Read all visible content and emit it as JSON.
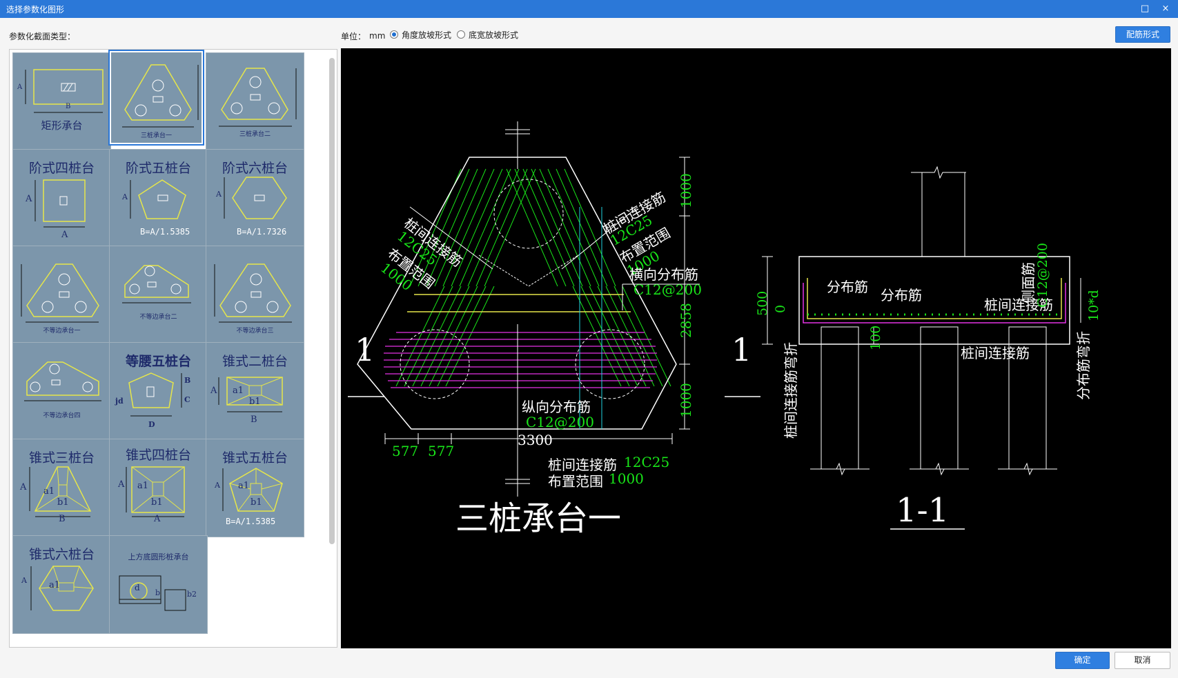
{
  "window": {
    "title": "选择参数化图形",
    "maximize_icon": "□",
    "close_icon": "×"
  },
  "toolbar": {
    "section_label": "参数化截面类型：",
    "unit_label": "单位：",
    "unit_value": "mm",
    "radio_angle": "角度放坡形式",
    "radio_width": "底宽放坡形式",
    "rebar_button": "配筋形式"
  },
  "gallery": {
    "tiles": [
      {
        "name": "矩形承台",
        "sub1": "A",
        "sub2": "B"
      },
      {
        "name": "三桩承台一"
      },
      {
        "name": "三桩承台二"
      },
      {
        "name": "阶式四桩台",
        "sub1": "A",
        "sub2": "A"
      },
      {
        "name": "阶式五桩台",
        "sub1": "A",
        "sub2": "B=A/1.5385"
      },
      {
        "name": "阶式六桩台",
        "sub1": "A",
        "sub2": "B=A/1.7326"
      },
      {
        "name": "不等边承台一"
      },
      {
        "name": "不等边承台二"
      },
      {
        "name": "不等边承台三"
      },
      {
        "name": "不等边承台四"
      },
      {
        "name": "等腰五桩台",
        "sub1": "B",
        "sub2": "C",
        "sub3": "jd",
        "sub4": "D"
      },
      {
        "name": "锥式二桩台",
        "sub1": "A",
        "sub2": "a1",
        "sub3": "b1",
        "sub4": "B"
      },
      {
        "name": "锥式三桩台",
        "sub1": "A",
        "sub2": "a1",
        "sub3": "b1",
        "sub4": "B"
      },
      {
        "name": "锥式四桩台",
        "sub1": "A",
        "sub2": "a1",
        "sub3": "b1",
        "sub4": "A"
      },
      {
        "name": "锥式五桩台",
        "sub1": "A",
        "sub2": "a1",
        "sub3": "b1",
        "sub4": "B=A/1.5385"
      },
      {
        "name": "锥式六桩台",
        "sub1": "A",
        "sub2": "a1"
      },
      {
        "name": "上方底圆形桩承台",
        "sub1": "d",
        "sub2": "b",
        "sub3": "b2"
      }
    ]
  },
  "preview": {
    "plan_title": "三桩承台一",
    "section_title": "1-1",
    "section_mark": "1",
    "plan": {
      "pile_link_left": "桩间连接筋",
      "pile_link_left_spec": "12C25",
      "range_left": "布置范围",
      "range_left_val": "1000",
      "pile_link_right": "桩间连接筋",
      "pile_link_right_spec": "12C25",
      "range_right": "布置范围",
      "range_right_val": "1000",
      "trans_dist": "横向分布筋",
      "trans_dist_spec": "C12@200",
      "long_dist": "纵向分布筋",
      "long_dist_spec": "C12@200",
      "dim_1000_top": "1000",
      "dim_2858": "2858",
      "dim_1000_bot": "1000",
      "dim_577a": "577",
      "dim_577b": "577",
      "dim_3300": "3300",
      "bottom_link": "桩间连接筋",
      "bottom_link_spec": "12C25",
      "bottom_range": "布置范围",
      "bottom_range_val": "1000"
    },
    "section": {
      "dim_500": "500",
      "dim_0": "0",
      "dim_100": "100",
      "dist1": "分布筋",
      "dist2": "分布筋",
      "link": "桩间连接筋",
      "link2": "桩间连接筋",
      "side": "侧面筋",
      "side_spec": "C12@200",
      "bend_left": "桩间连接筋弯折",
      "bend_right": "分布筋弯折",
      "bend_right_spec": "10*d"
    }
  },
  "footer": {
    "ok_button": "确定",
    "cancel_button": "取消"
  }
}
